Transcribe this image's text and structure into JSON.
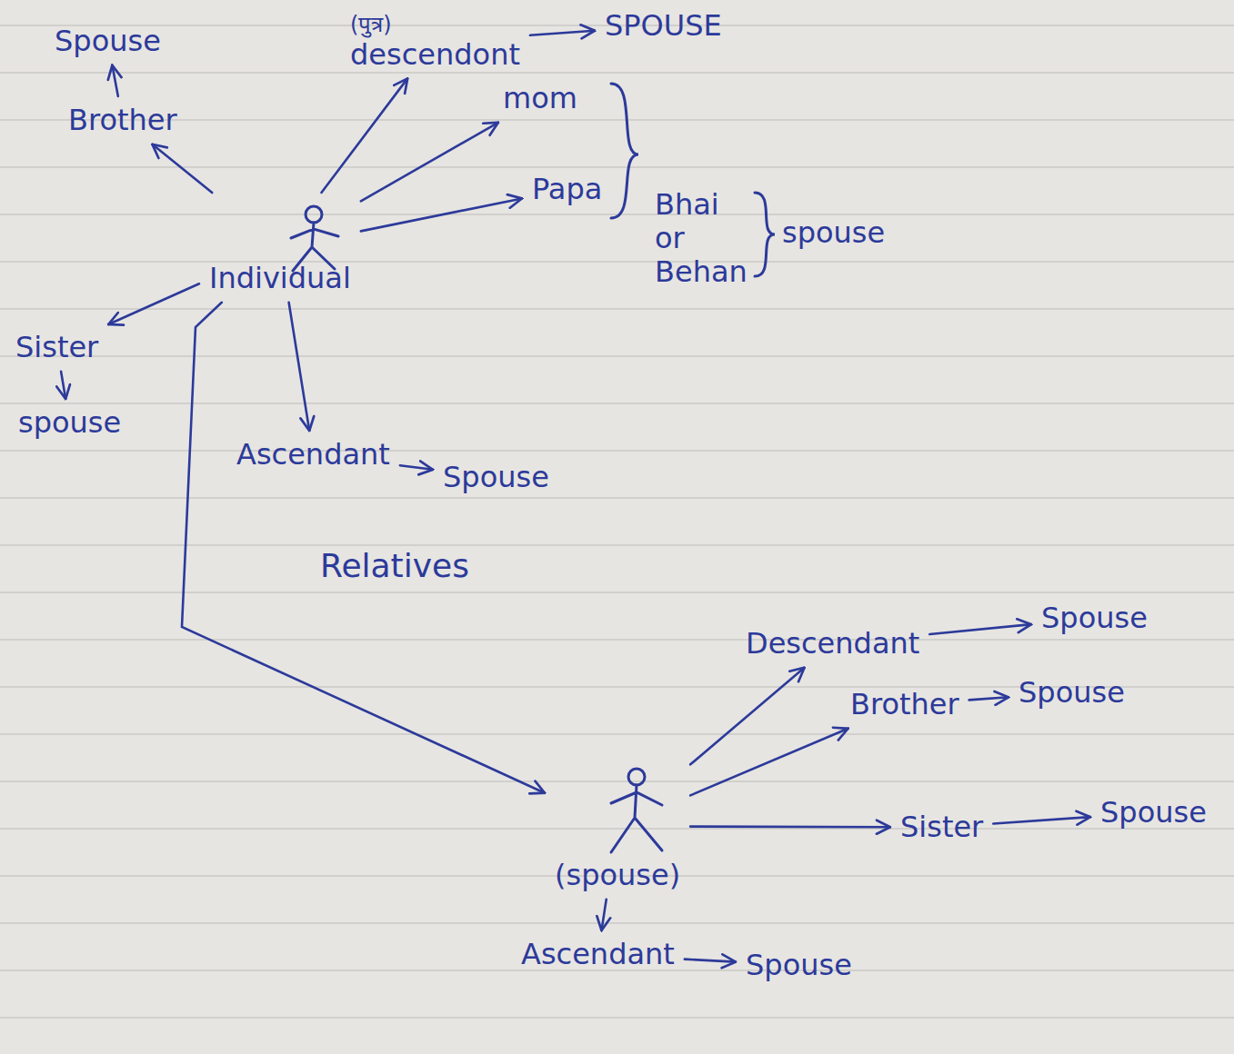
{
  "diagram": {
    "nodes": [
      {
        "text": [
          "Spouse"
        ]
      },
      {
        "text": [
          "(पुत्र)",
          "descendont"
        ]
      },
      {
        "text": [
          "SPOUSE"
        ]
      },
      {
        "text": [
          "Brother"
        ]
      },
      {
        "text": [
          "mom"
        ]
      },
      {
        "text": [
          "Bhai or Behan"
        ]
      },
      {
        "text": [
          "spouse"
        ]
      },
      {
        "text": [
          "Papa"
        ]
      },
      {
        "text": [
          "Individual"
        ]
      },
      {
        "text": [
          "Sister"
        ]
      },
      {
        "text": [
          "spouse"
        ]
      },
      {
        "text": [
          "Ascendant"
        ]
      },
      {
        "text": [
          "Spouse"
        ]
      },
      {
        "text": [
          "Descendant"
        ]
      },
      {
        "text": [
          "Spouse"
        ]
      },
      {
        "text": [
          "Brother"
        ]
      },
      {
        "text": [
          "Spouse"
        ]
      },
      {
        "text": [
          "(spouse)"
        ]
      },
      {
        "text": [
          "Sister"
        ]
      },
      {
        "text": [
          "Spouse"
        ]
      },
      {
        "text": [
          "Ascendant"
        ]
      },
      {
        "text": [
          "Spouse"
        ]
      }
    ],
    "edges": [
      {
        "from": 3,
        "to": 0,
        "arrow": "to"
      },
      {
        "from": 8,
        "to": 3,
        "arrow": "to"
      },
      {
        "from": 8,
        "to": 1,
        "arrow": "to"
      },
      {
        "from": 1,
        "to": 2,
        "arrow": "to"
      },
      {
        "from": 8,
        "to": 4,
        "arrow": "to"
      },
      {
        "from": 8,
        "to": 7,
        "arrow": "to"
      },
      {
        "from": 8,
        "to": 9,
        "arrow": "to"
      },
      {
        "from": 9,
        "to": 10,
        "arrow": "to"
      },
      {
        "from": 8,
        "to": 11,
        "arrow": "to"
      },
      {
        "from": 11,
        "to": 12,
        "arrow": "to"
      },
      {
        "from": 8,
        "to": 17,
        "arrow": "to"
      },
      {
        "from": 17,
        "to": 13,
        "arrow": "to"
      },
      {
        "from": 13,
        "to": 14,
        "arrow": "to"
      },
      {
        "from": 17,
        "to": 15,
        "arrow": "to"
      },
      {
        "from": 15,
        "to": 16,
        "arrow": "to"
      },
      {
        "from": 17,
        "to": 18,
        "arrow": "to"
      },
      {
        "from": 18,
        "to": 19,
        "arrow": "to"
      },
      {
        "from": 17,
        "to": 20,
        "arrow": "to"
      },
      {
        "from": 20,
        "to": 21,
        "arrow": "to"
      }
    ],
    "labels": [
      "Relatives"
    ]
  }
}
